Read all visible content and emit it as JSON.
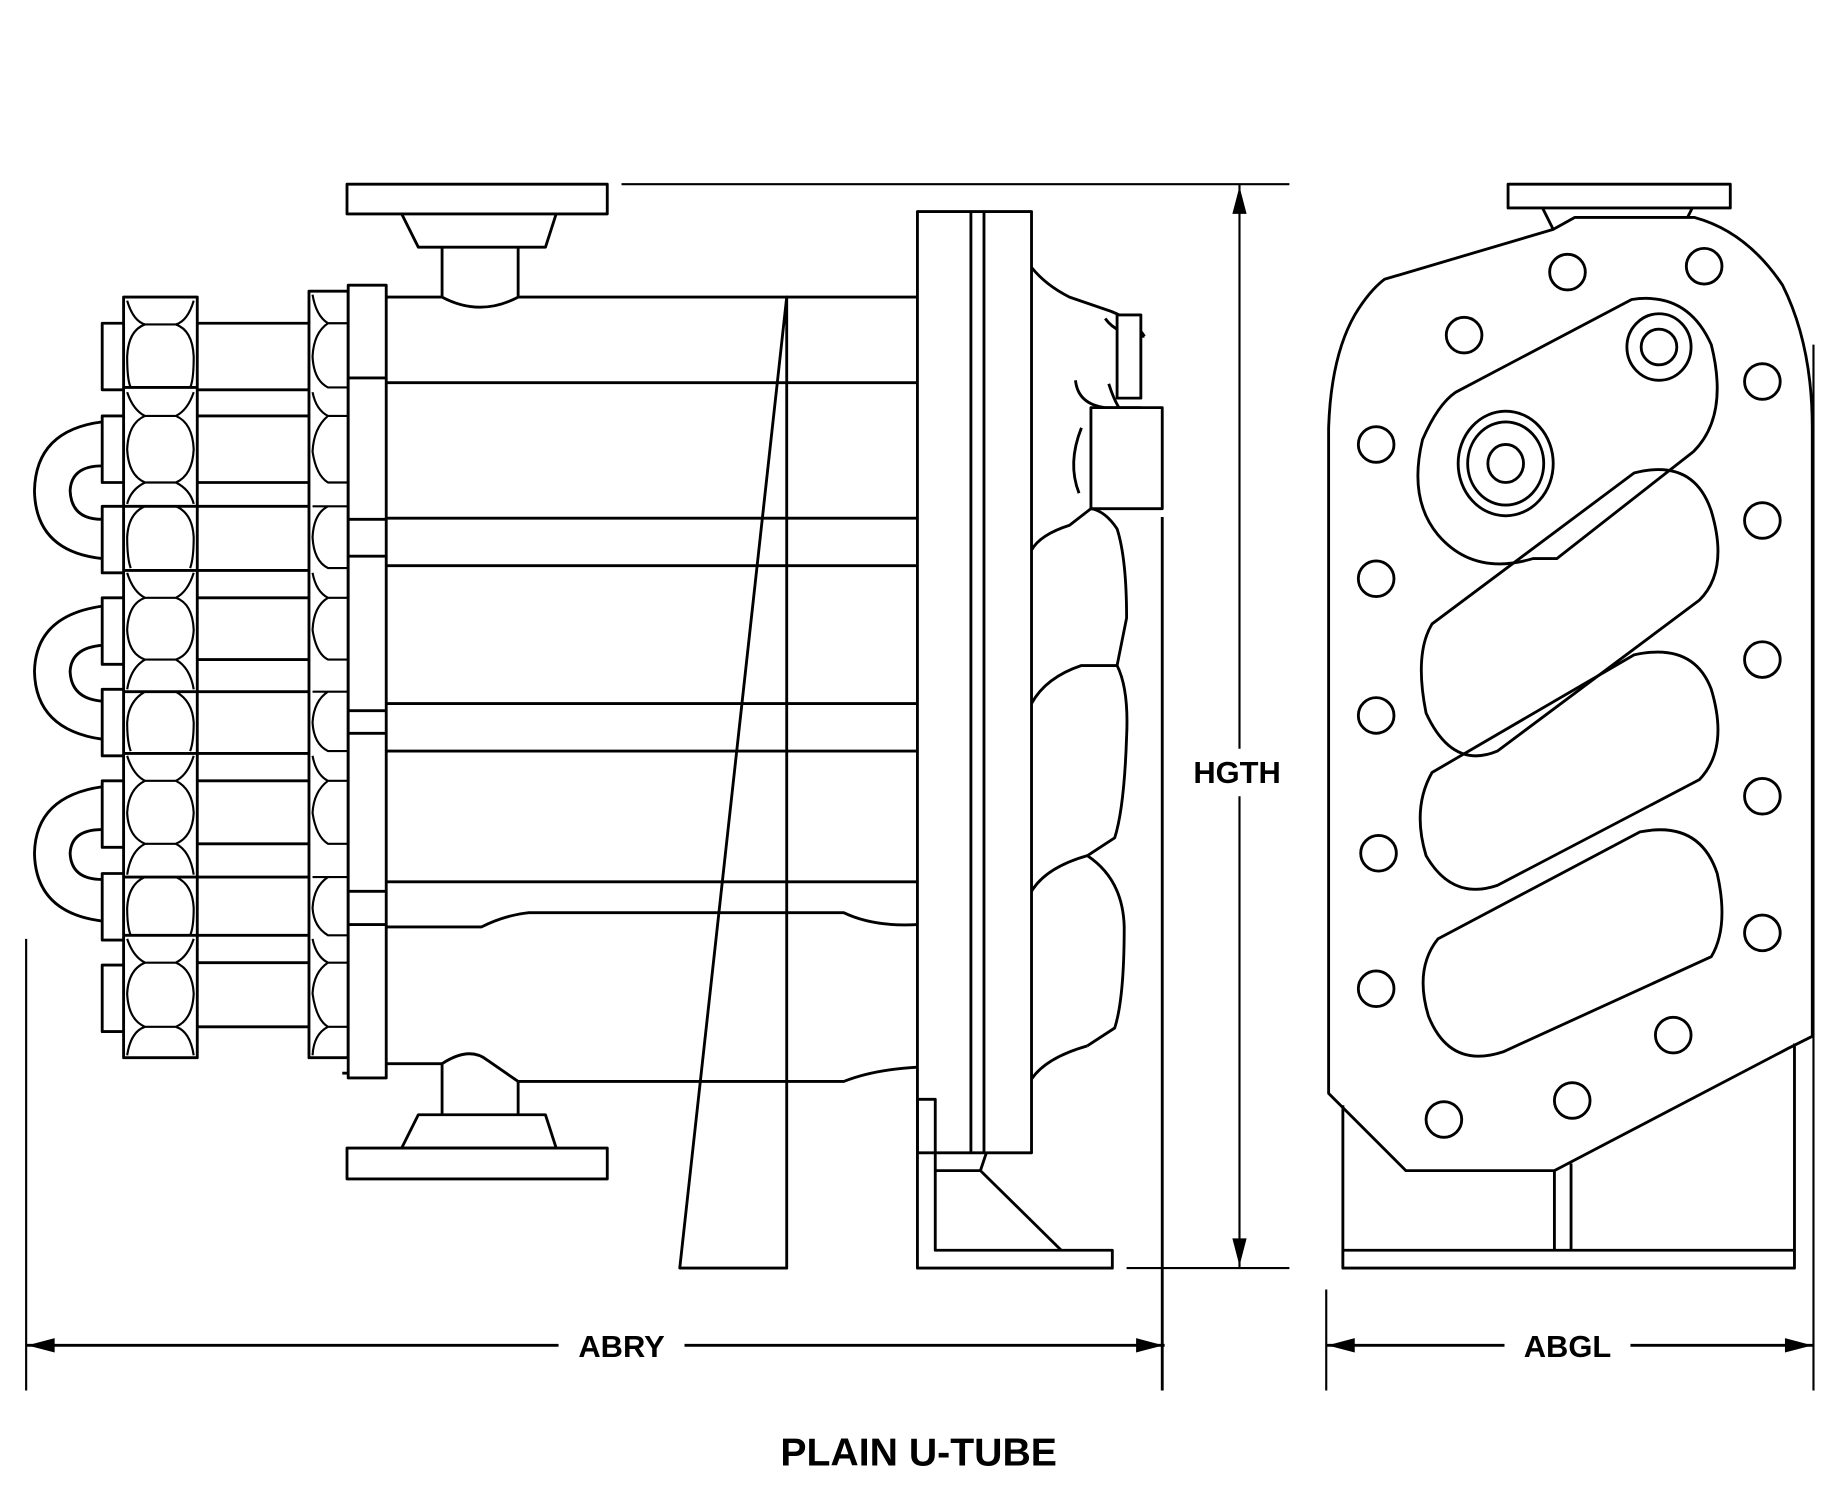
{
  "drawing": {
    "title": "PLAIN U-TUBE",
    "subject": "U-tube heat exchanger, side and end elevation",
    "views": [
      "side-elevation",
      "end-elevation"
    ],
    "line_color": "#000000",
    "background_color": "#ffffff"
  },
  "dimensions": {
    "overall_length": {
      "label": "ABRY",
      "orientation": "horizontal",
      "view": "side-elevation"
    },
    "height": {
      "label": "HGTH",
      "orientation": "vertical",
      "view": "side-elevation"
    },
    "overall_width": {
      "label": "ABGL",
      "orientation": "horizontal",
      "view": "end-elevation"
    }
  }
}
